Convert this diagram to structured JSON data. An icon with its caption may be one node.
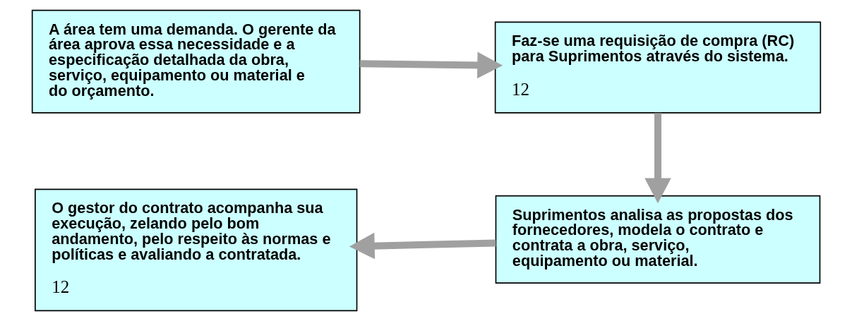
{
  "diagram": {
    "nodes": [
      {
        "text": [
          "A área tem uma demanda. O gerente da área aprova essa necessidade e a especificação detalhada da obra, serviço, equipamento ou material e do orçamento."
        ]
      },
      {
        "text": [
          "Faz-se uma requisição de compra (RC) para Suprimentos através do sistema.",
          "12"
        ]
      },
      {
        "text": [
          "Suprimentos analisa as propostas dos fornecedores, modela o contrato e contrata a obra, serviço, equipamento ou material."
        ]
      },
      {
        "text": [
          "O gestor do contrato acompanha sua execução, zelando pelo bom andamento, pelo respeito às normas e políticas e avaliando a contratada.",
          "12"
        ]
      }
    ],
    "edges": [
      {
        "from": 0,
        "to": 1,
        "arrow": "to"
      },
      {
        "from": 1,
        "to": 2,
        "arrow": "to"
      },
      {
        "from": 2,
        "to": 3,
        "arrow": "to"
      }
    ]
  }
}
